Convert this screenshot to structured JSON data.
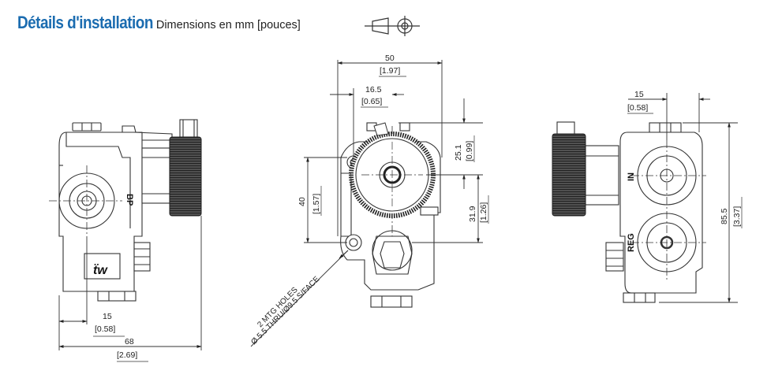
{
  "header": {
    "title": "Détails d'installation",
    "subtitle": "Dimensions en mm [pouces]"
  },
  "left_view": {
    "port_label": "BP",
    "dim_width_mm": "15",
    "dim_width_in": "[0.58]",
    "dim_total_mm": "68",
    "dim_total_in": "[2.69]"
  },
  "center_view": {
    "dim_top_mm": "50",
    "dim_top_in": "[1.97]",
    "dim_offset_mm": "16.5",
    "dim_offset_in": "[0.65]",
    "dim_height_mm": "40",
    "dim_height_in": "[1.57]",
    "dim_upper_mm": "25.1",
    "dim_upper_in": "[0.99]",
    "dim_lower_mm": "31.9",
    "dim_lower_in": "[1.26]",
    "note_line1": "2 MTG HOLES",
    "note_line2": "Ø 5.5 THRU/Ø9.5 S/FACE"
  },
  "right_view": {
    "port_in": "IN",
    "port_reg": "REG",
    "dim_width_mm": "15",
    "dim_width_in": "[0.58]",
    "dim_height_mm": "85.5",
    "dim_height_in": "[3.37]"
  },
  "colors": {
    "title": "#1b6cb0",
    "line": "#333333"
  }
}
